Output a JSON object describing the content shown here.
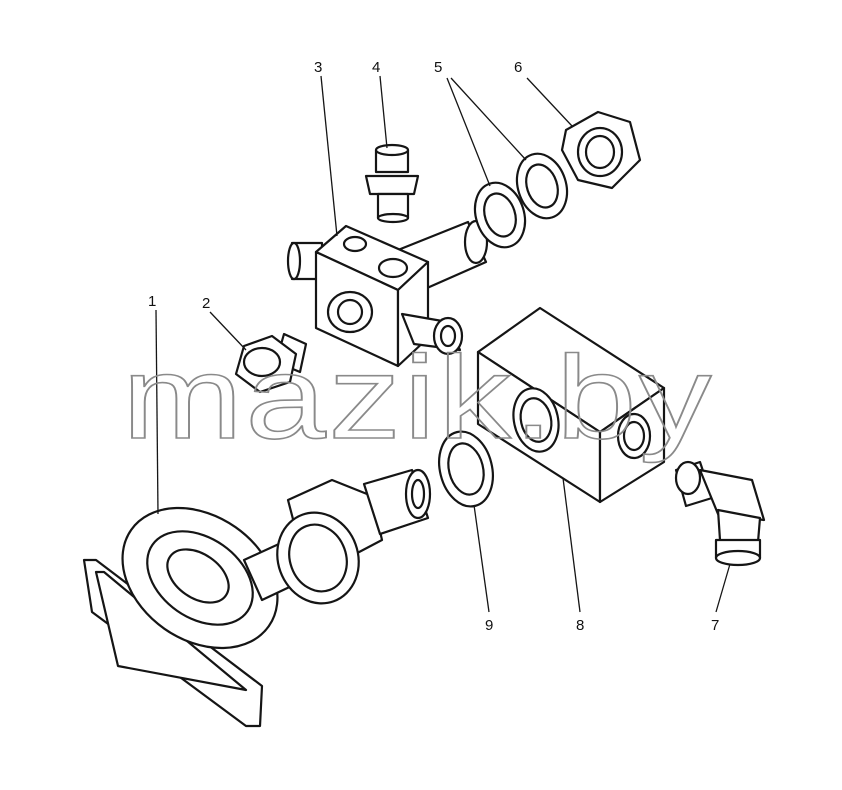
{
  "diagram": {
    "watermark": "mazik.by",
    "callouts": [
      {
        "id": "1",
        "label": "1"
      },
      {
        "id": "2",
        "label": "2"
      },
      {
        "id": "3",
        "label": "3"
      },
      {
        "id": "4",
        "label": "4"
      },
      {
        "id": "5",
        "label": "5"
      },
      {
        "id": "6",
        "label": "6"
      },
      {
        "id": "7",
        "label": "7"
      },
      {
        "id": "8",
        "label": "8"
      },
      {
        "id": "9",
        "label": "9"
      }
    ],
    "colors": {
      "line": "#151515",
      "watermark": "#8a8a8a",
      "background": "#ffffff"
    }
  }
}
